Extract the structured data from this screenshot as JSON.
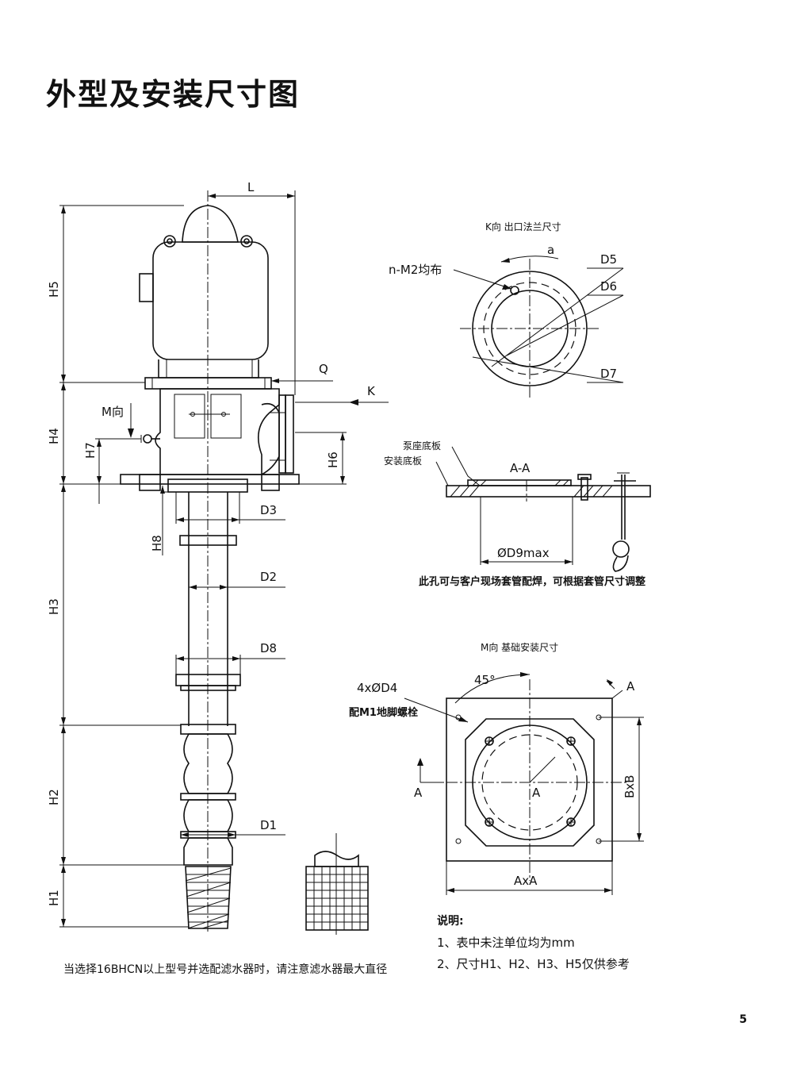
{
  "page_title": "外型及安装尺寸图",
  "page_number": "5",
  "elevation": {
    "dims": {
      "L": "L",
      "H5": "H5",
      "H4": "H4",
      "H7": "H7",
      "H6": "H6",
      "H3": "H3",
      "H8": "H8",
      "H2": "H2",
      "H1": "H1",
      "Q": "Q",
      "K": "K",
      "M_dir": "M向",
      "D3": "D3",
      "D2": "D2",
      "D8": "D8",
      "D1": "D1"
    }
  },
  "k_view": {
    "title": "K向  出口法兰尺寸",
    "bolt_label": "n-M2均布",
    "angle_label": "a",
    "D5": "D5",
    "D6": "D6",
    "D7": "D7"
  },
  "section_aa": {
    "label_pump_base": "泵座底板",
    "label_install_base": "安装底板",
    "title": "A-A",
    "d9": "ØD9max",
    "note": "此孔可与客户现场套管配焊，可根据套管尺寸调整"
  },
  "m_view": {
    "title": "M向  基础安装尺寸",
    "hole_label": "4xØD4",
    "bolt_label": "配M1地脚螺栓",
    "angle": "45°",
    "section_mark": "A",
    "center_mark": "A",
    "BxB": "BxB",
    "AxA": "AxA"
  },
  "filter_note": "当选择16BHCN以上型号并选配滤水器时，请注意滤水器最大直径",
  "notes": {
    "title": "说明:",
    "items": [
      "1、表中未注单位均为mm",
      "2、尺寸H1、H2、H3、H5仅供参考"
    ]
  }
}
